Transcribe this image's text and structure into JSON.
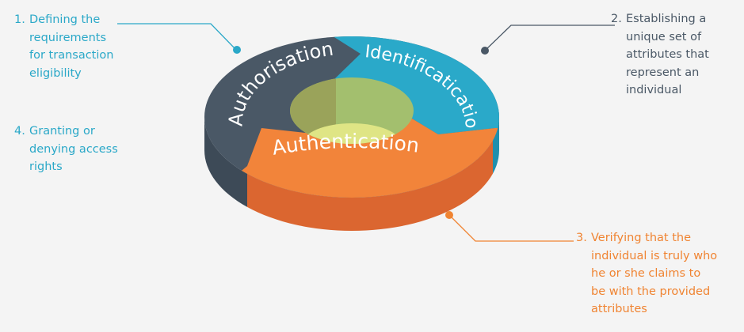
{
  "colors": {
    "authorisation": "#4a5866",
    "identification": "#2aa9c9",
    "authentication": "#f2843a",
    "hole": "#a3bf6e",
    "note1": "#2aa8c8",
    "note2": "#4a5866",
    "note3": "#f08432",
    "note4": "#2aa8c8"
  },
  "segments": {
    "authorisation": "Authorisation",
    "identification": "Identificatication",
    "authentication": "Authentication"
  },
  "notes": [
    {
      "num": "1.",
      "text": "Defining the\nrequirements\nfor transaction\neligibility"
    },
    {
      "num": "2.",
      "text": "Establishing a\nunique set of\nattributes that\nrepresent an\nindividual"
    },
    {
      "num": "3.",
      "text": "Verifying that the\nindividual is truly who\nhe or she claims to\nbe with the provided\nattributes"
    },
    {
      "num": "4.",
      "text": "Granting or\ndenying access\nrights"
    }
  ]
}
